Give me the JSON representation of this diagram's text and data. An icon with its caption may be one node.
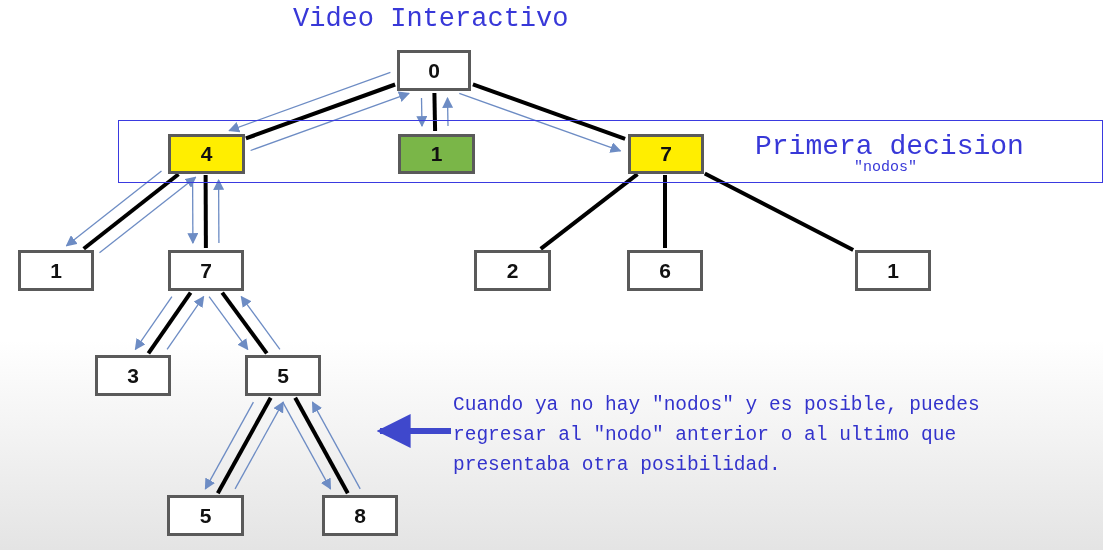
{
  "diagram": {
    "title": "Video Interactivo",
    "nodes": [
      {
        "text": [
          "0"
        ]
      },
      {
        "text": [
          "Primera decision",
          "\"nodos\""
        ]
      },
      {
        "text": [
          "4"
        ],
        "in": 1
      },
      {
        "text": [
          "1"
        ],
        "in": 1
      },
      {
        "text": [
          "7"
        ],
        "in": 1
      },
      {
        "text": [
          "1"
        ]
      },
      {
        "text": [
          "7"
        ]
      },
      {
        "text": [
          "2"
        ]
      },
      {
        "text": [
          "6"
        ]
      },
      {
        "text": [
          "1"
        ]
      },
      {
        "text": [
          "3"
        ]
      },
      {
        "text": [
          "5"
        ]
      },
      {
        "text": [
          "5"
        ]
      },
      {
        "text": [
          "8"
        ]
      },
      {
        "text": [
          "Cuando ya no hay \"nodos\" y es posible, puedes regresar al \"nodo\" anterior o al ultimo que presentaba otra posibilidad."
        ]
      }
    ],
    "edges": [
      {
        "from": 0,
        "to": 2,
        "arrow": "none",
        "style": "thick",
        "color": "#000000"
      },
      {
        "from": 0,
        "to": 3,
        "arrow": "none",
        "style": "thick",
        "color": "#000000"
      },
      {
        "from": 0,
        "to": 4,
        "arrow": "none",
        "style": "thick",
        "color": "#000000"
      },
      {
        "from": 2,
        "to": 5,
        "arrow": "none",
        "style": "thick",
        "color": "#000000"
      },
      {
        "from": 2,
        "to": 6,
        "arrow": "none",
        "style": "thick",
        "color": "#000000"
      },
      {
        "from": 4,
        "to": 7,
        "arrow": "none",
        "style": "thick",
        "color": "#000000"
      },
      {
        "from": 4,
        "to": 8,
        "arrow": "none",
        "style": "thick",
        "color": "#000000"
      },
      {
        "from": 4,
        "to": 9,
        "arrow": "none",
        "style": "thick",
        "color": "#000000"
      },
      {
        "from": 6,
        "to": 10,
        "arrow": "none",
        "style": "thick",
        "color": "#000000"
      },
      {
        "from": 6,
        "to": 11,
        "arrow": "none",
        "style": "thick",
        "color": "#000000"
      },
      {
        "from": 11,
        "to": 12,
        "arrow": "none",
        "style": "thick",
        "color": "#000000"
      },
      {
        "from": 11,
        "to": 13,
        "arrow": "none",
        "style": "thick",
        "color": "#000000"
      },
      {
        "from": 0,
        "to": 2,
        "arrow": "to"
      },
      {
        "from": 2,
        "to": 0,
        "arrow": "to"
      },
      {
        "from": 0,
        "to": 3,
        "arrow": "to"
      },
      {
        "from": 3,
        "to": 0,
        "arrow": "to"
      },
      {
        "from": 0,
        "to": 4,
        "arrow": "to"
      },
      {
        "from": 2,
        "to": 5,
        "arrow": "to"
      },
      {
        "from": 5,
        "to": 2,
        "arrow": "to"
      },
      {
        "from": 2,
        "to": 6,
        "arrow": "to"
      },
      {
        "from": 6,
        "to": 2,
        "arrow": "to"
      },
      {
        "from": 6,
        "to": 10,
        "arrow": "to"
      },
      {
        "from": 10,
        "to": 6,
        "arrow": "to"
      },
      {
        "from": 6,
        "to": 11,
        "arrow": "to"
      },
      {
        "from": 11,
        "to": 6,
        "arrow": "to"
      },
      {
        "from": 11,
        "to": 12,
        "arrow": "to"
      },
      {
        "from": 12,
        "to": 11,
        "arrow": "to"
      },
      {
        "from": 11,
        "to": 13,
        "arrow": "to"
      },
      {
        "from": 13,
        "to": 11,
        "arrow": "to"
      },
      {
        "from": 14,
        "to": null,
        "arrow": "to",
        "style": "thick",
        "color": "#3f48cc"
      }
    ]
  }
}
